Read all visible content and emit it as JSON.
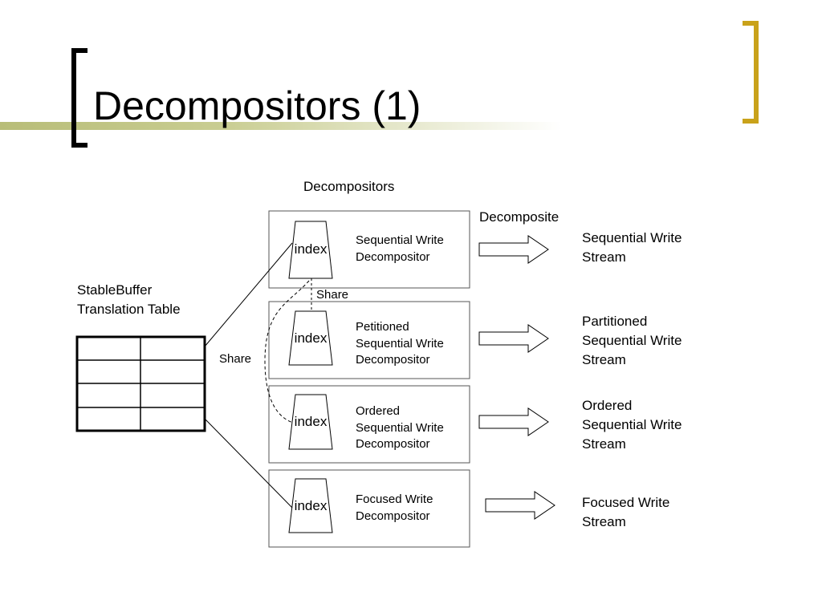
{
  "slide": {
    "title": "Decompositors (1)"
  },
  "diagram": {
    "group_label": "Decompositors",
    "arrow_label": "Decomposite",
    "table_label_line1": "StableBuffer",
    "table_label_line2": "Translation Table",
    "share_label_vertical": "Share",
    "share_label_curve": "Share",
    "decompositors": [
      {
        "index_label": "index",
        "name_lines": [
          "Sequential Write",
          "Decompositor"
        ],
        "stream_lines": [
          "Sequential Write",
          "Stream"
        ]
      },
      {
        "index_label": "index",
        "name_lines": [
          "Petitioned",
          "Sequential Write",
          "Decompositor"
        ],
        "stream_lines": [
          "Partitioned",
          "Sequential Write",
          "Stream"
        ]
      },
      {
        "index_label": "index",
        "name_lines": [
          "Ordered",
          "Sequential Write",
          "Decompositor"
        ],
        "stream_lines": [
          "Ordered",
          "Sequential Write",
          "Stream"
        ]
      },
      {
        "index_label": "index",
        "name_lines": [
          "Focused Write",
          "Decompositor"
        ],
        "stream_lines": [
          "Focused Write",
          "Stream"
        ]
      }
    ]
  },
  "colors": {
    "accent_bar": "#c9cd92",
    "right_bracket": "#c9a21a"
  }
}
